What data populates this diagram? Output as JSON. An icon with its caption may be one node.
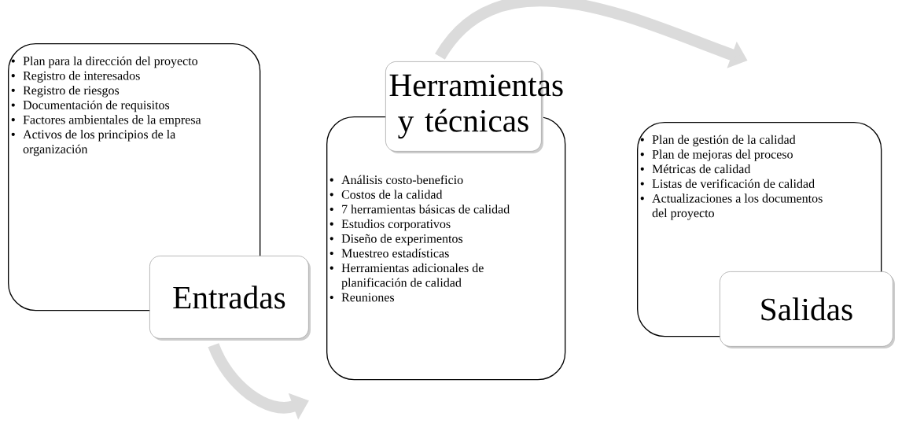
{
  "diagram": {
    "nodes": [
      {
        "text": [
          "Plan para la dirección del proyecto",
          "Registro de interesados",
          "Registro de riesgos",
          "Documentación de requisitos",
          "Factores ambientales de la empresa",
          "Activos de los principios de la organización"
        ]
      },
      {
        "text": [
          "Entradas"
        ]
      },
      {
        "text": [
          "Herramientas y técnicas"
        ]
      },
      {
        "text": [
          "Análisis costo-beneficio",
          "Costos de la calidad",
          "7 herramientas básicas de calidad",
          "Estudios corporativos",
          "Diseño de experimentos",
          "Muestreo estadísticas",
          "Herramientas adicionales de planificación de calidad",
          "Reuniones"
        ]
      },
      {
        "text": [
          "Plan de gestión de la calidad",
          "Plan de mejoras del proceso",
          "Métricas de calidad",
          "Listas de verificación de calidad",
          "Actualizaciones a los documentos del proyecto"
        ]
      },
      {
        "text": [
          "Salidas"
        ]
      }
    ],
    "edges": [
      {
        "from": 1,
        "to": 3,
        "arrow": "to"
      },
      {
        "from": 2,
        "to": 4,
        "arrow": "to"
      }
    ]
  }
}
